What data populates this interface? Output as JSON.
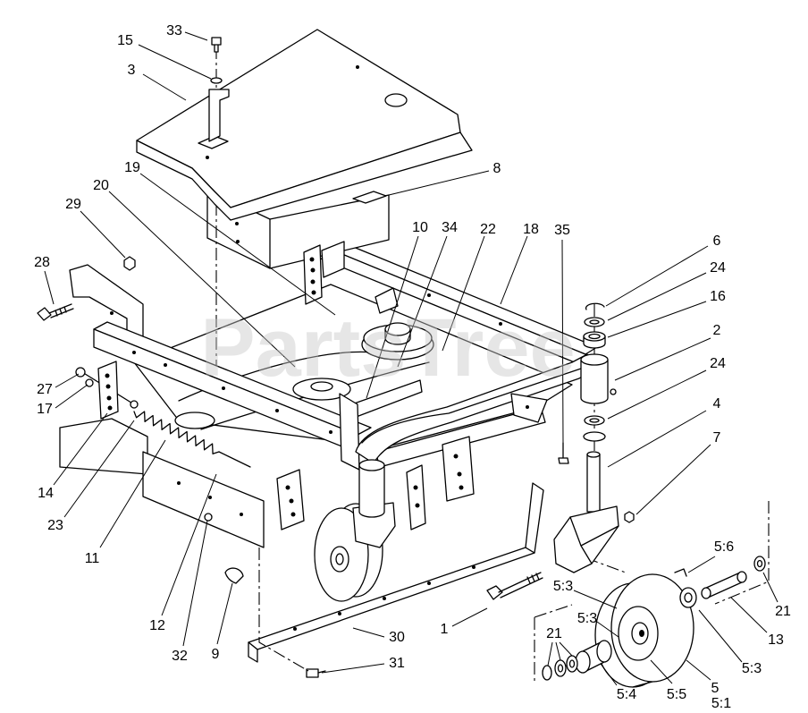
{
  "diagram": {
    "callouts": [
      "33",
      "15",
      "3",
      "8",
      "19",
      "20",
      "29",
      "10",
      "34",
      "22",
      "18",
      "35",
      "6",
      "28",
      "24",
      "16",
      "2",
      "24",
      "27",
      "17",
      "4",
      "7",
      "14",
      "23",
      "5:6",
      "11",
      "5:3",
      "21",
      "1",
      "5:3",
      "12",
      "30",
      "13",
      "21",
      "32",
      "9",
      "31",
      "5:3",
      "5:4",
      "5:5",
      "5",
      "5:1"
    ],
    "watermark": "PartsTree"
  },
  "colors": {
    "line": "#000000",
    "background": "#ffffff",
    "watermark": "#c8c8c8"
  }
}
